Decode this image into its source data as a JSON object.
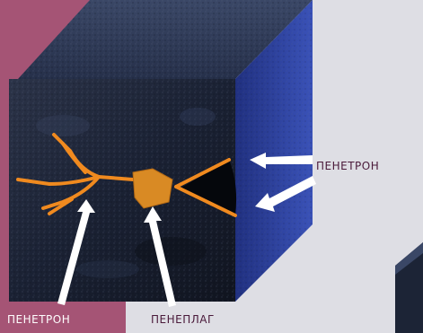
{
  "labels": {
    "penetron_right": "ПЕНЕТРОН",
    "penetron_bottom": "ПЕНЕТРОН",
    "peneplug_bottom": "ПЕНЕПЛАГ"
  },
  "colors": {
    "page_background": "#dedee4",
    "mauve_band": "#a55475",
    "concrete_dark": "#1d2436",
    "concrete_blue": "#2c3e8a",
    "crack_orange": "#f08a1f",
    "plug_orange": "#d98a24",
    "arrow_white": "#ffffff",
    "label_text_dark": "#4a1a3a"
  }
}
